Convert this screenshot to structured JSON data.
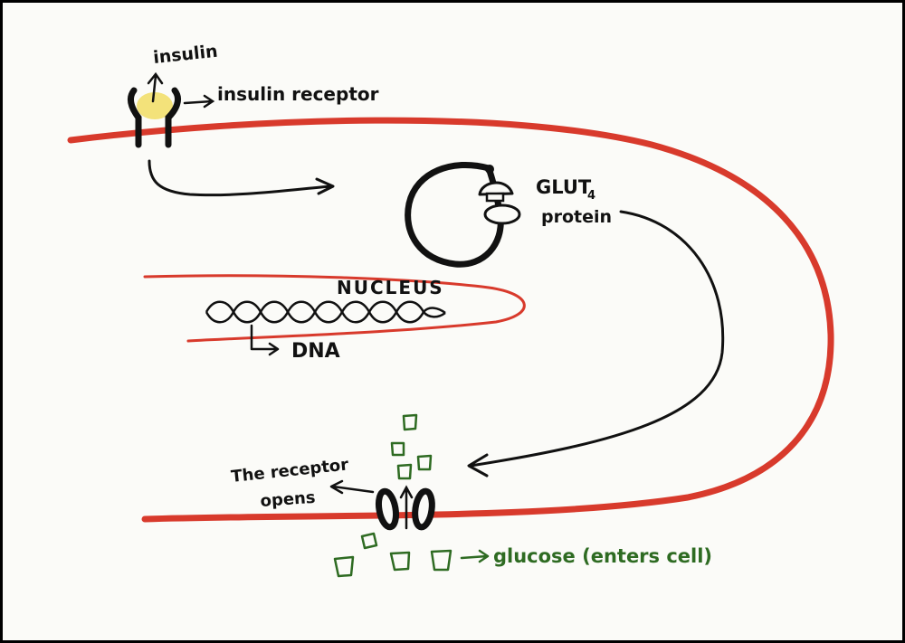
{
  "labels": {
    "insulin": "insulin",
    "insulin_receptor": "insulin receptor",
    "glut4_main": "GLUT",
    "glut4_sub": "4",
    "protein": "protein",
    "nucleus": "NUCLEUS",
    "dna": "DNA",
    "receptor_opens_1": "The receptor",
    "receptor_opens_2": "opens",
    "glucose": "glucose (enters cell)"
  },
  "colors": {
    "membrane": "#d83a2c",
    "ink": "#111111",
    "insulin": "#f3e27a",
    "glucose": "#2e6b22",
    "paper": "#fbfbf8",
    "frame": "#000000"
  }
}
